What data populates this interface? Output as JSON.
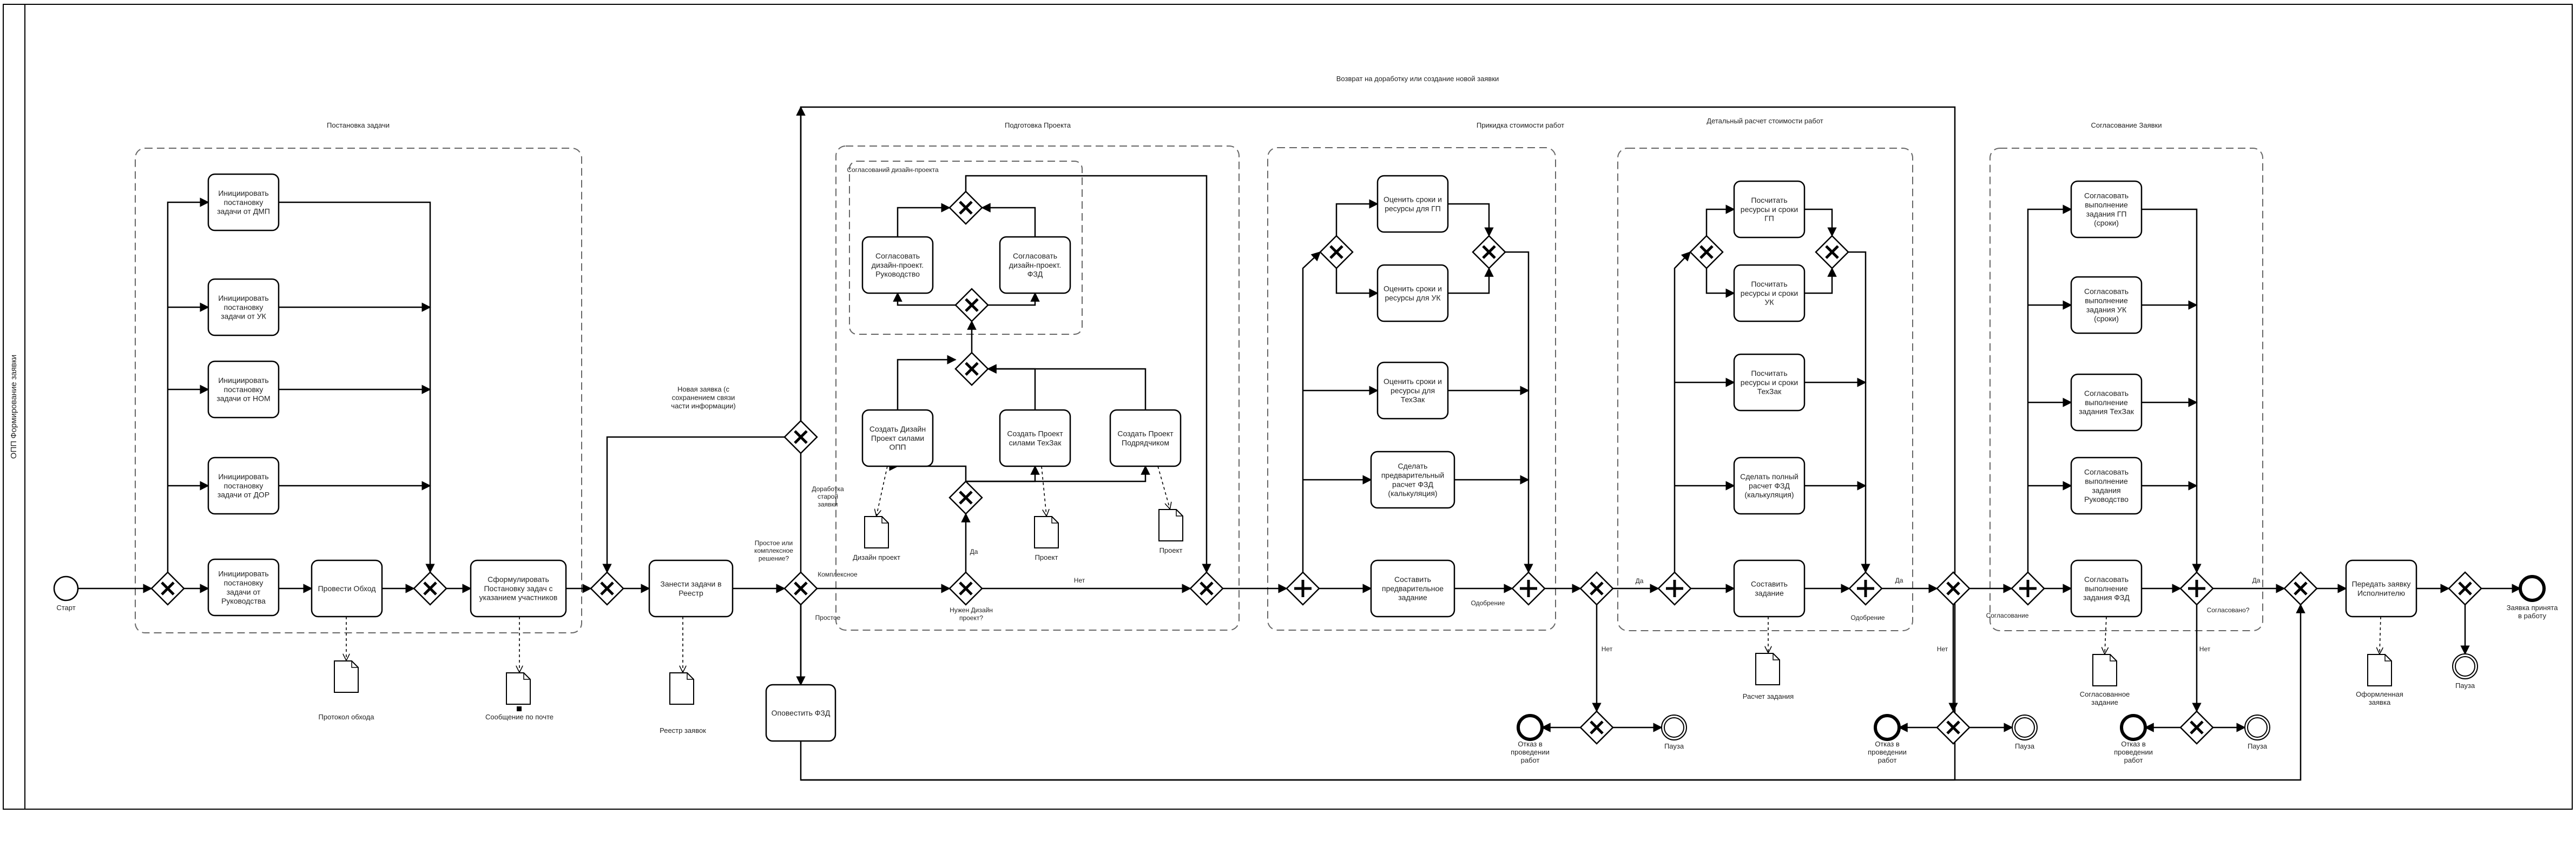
{
  "pool": {
    "title": "ОПП Формирование заявки"
  },
  "events": {
    "start": "Старт",
    "end_accepted": "Заявка принята в работу",
    "end_refuse1": "Отказ в проведении работ",
    "end_refuse2": "Отказ в проведении работ",
    "end_refuse3": "Отказ в проведении работ",
    "pause1": "Пауза",
    "pause2": "Пауза",
    "pause3": "Пауза",
    "pause4": "Пауза"
  },
  "groups": {
    "g1": "Постановка задачи",
    "g2": "Подготовка Проекта",
    "g2a": "Согласований дизайн-проекта",
    "g3": "Прикидка стоимости работ",
    "g4": "Детальный расчет стоимости работ",
    "g5": "Согласование Заявки",
    "big": "Возврат на доработку или создание новой заявки"
  },
  "tasks": {
    "t_dmp": "Инициировать постановку задачи от ДМП",
    "t_uk": "Инициировать постановку задачи от УК",
    "t_nom": "Инициировать постановку задачи от НОМ",
    "t_dop": "Инициировать постановку задачи от ДОР",
    "t_ruk": "Инициировать постановку задачи от Руководства",
    "t_obhod": "Провести Обход",
    "t_form": "Сформулировать Постановку задач с указанием участников",
    "t_reestr": "Занести задачи в Реестр",
    "t_opov": "Оповестить ФЗД",
    "t_agree_ruk": "Согласовать дизайн-проект. Руководство",
    "t_agree_fzd": "Согласовать дизайн-проект. ФЗД",
    "t_design": "Создать Дизайн Проект силами ОПП",
    "t_texzak": "Создать Проект силами ТехЗак",
    "t_podr": "Создать Проект Подрядчиком",
    "t_est_gp": "Оценить сроки и ресурсы для ГП",
    "t_est_uk": "Оценить сроки и ресурсы для УК",
    "t_est_tz": "Оценить сроки и ресурсы для ТехЗак",
    "t_prelim": "Сделать предварительный расчет ФЗД (калькуляция)",
    "t_compose1": "Составить предварительное задание",
    "t_calc_gp": "Посчитать ресурсы и сроки ГП",
    "t_calc_uk": "Посчитать ресурсы и сроки УК",
    "t_calc_tz": "Посчитать ресурсы и сроки ТехЗак",
    "t_full": "Сделать полный расчет ФЗД (калькуляция)",
    "t_compose2": "Составить задание",
    "t_ag_gp": "Согласовать выполнение задания ГП (сроки)",
    "t_ag_uk": "Согласовать выполнение задания УК (сроки)",
    "t_ag_tz": "Согласовать выполнение задания ТехЗак",
    "t_ag_ruk": "Согласовать выполнение задания Руководство",
    "t_ag_fzd": "Согласовать выполнение задания ФЗД",
    "t_pass": "Передать заявку Исполнителю"
  },
  "documents": {
    "d_protocol": "Протокол обхода",
    "d_mail": "Сообщение по почте",
    "d_reestr": "Реестр заявок",
    "d_design": "Дизайн проект",
    "d_proj1": "Проект",
    "d_proj2": "Проект",
    "d_calc": "Расчет задания",
    "d_agreed": "Согласованное задание",
    "d_done": "Оформленная заявка"
  },
  "flow_labels": {
    "new_request": "Новая заявка (с сохранением связи части информации)",
    "rework": "Доработка старой заявки",
    "simple_complex": "Простое или комплексное решение?",
    "complex": "Комплексное",
    "simple": "Простое",
    "need_design": "Нужен Дизайн проект?",
    "yes_design": "Да",
    "no_design": "Нет",
    "approval1": "Одобрение",
    "yes1": "Да",
    "no1": "Нет",
    "approval2": "Одобрение",
    "yes2": "Да",
    "no2": "Нет",
    "approval3": "Согласование",
    "agreed_q": "Согласовано?",
    "yes3": "Да",
    "no3": "Нет"
  }
}
